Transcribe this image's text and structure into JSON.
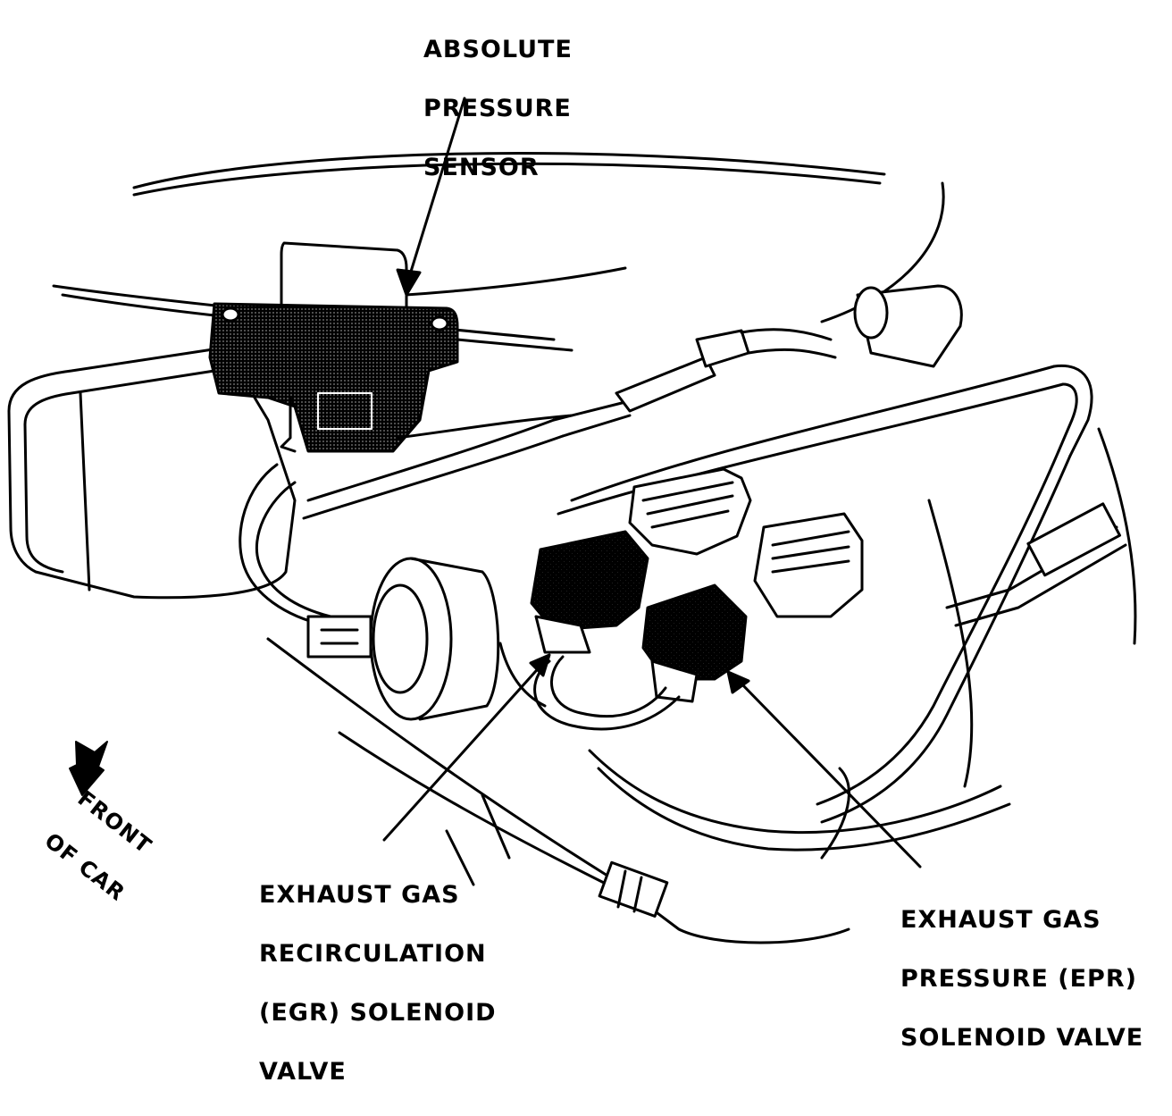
{
  "labels": {
    "absolute_pressure_sensor": [
      "ABSOLUTE",
      "PRESSURE",
      "SENSOR"
    ],
    "egr_solenoid_valve": [
      "EXHAUST GAS",
      "RECIRCULATION",
      "(EGR) SOLENOID",
      "VALVE"
    ],
    "epr_solenoid_valve": [
      "EXHAUST GAS",
      "PRESSURE (EPR)",
      "SOLENOID VALVE"
    ],
    "front_of_car": [
      "FRONT",
      "OF CAR"
    ]
  },
  "colors": {
    "ink": "#000000",
    "paper": "#ffffff",
    "shade": "#3a3a3a"
  }
}
